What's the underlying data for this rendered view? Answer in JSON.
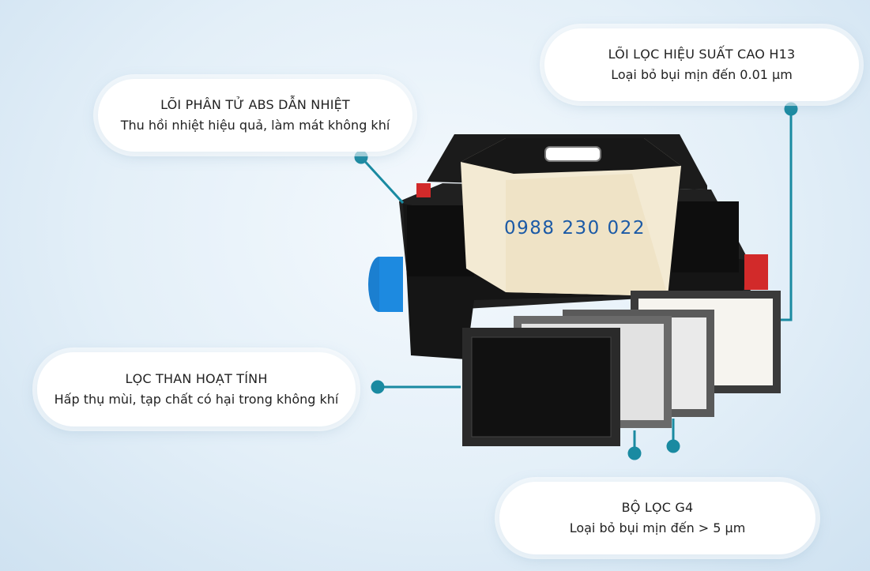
{
  "callouts": {
    "abs_core": {
      "title": "LÕI PHÂN TỬ ABS DẪN NHIỆT",
      "desc": "Thu hồi nhiệt hiệu quả, làm mát không khí"
    },
    "h13_core": {
      "title": "LÕI LỌC HIỆU SUẤT CAO H13",
      "desc": "Loại bỏ bụi mịn đến 0.01 µm"
    },
    "carbon": {
      "title": "LỌC THAN HOẠT TÍNH",
      "desc": "Hấp thụ mùi, tạp chất có hại trong không khí"
    },
    "g4": {
      "title": "BỘ LỌC G4",
      "desc": "Loại bỏ bụi mịn đến > 5 µm"
    }
  },
  "watermark": {
    "phone": "0988 230 022"
  },
  "colors": {
    "accent": "#1a8aa1",
    "phone": "#1b5aa6",
    "duct_blue": "#1b7fd0",
    "duct_red": "#d22a2a"
  }
}
